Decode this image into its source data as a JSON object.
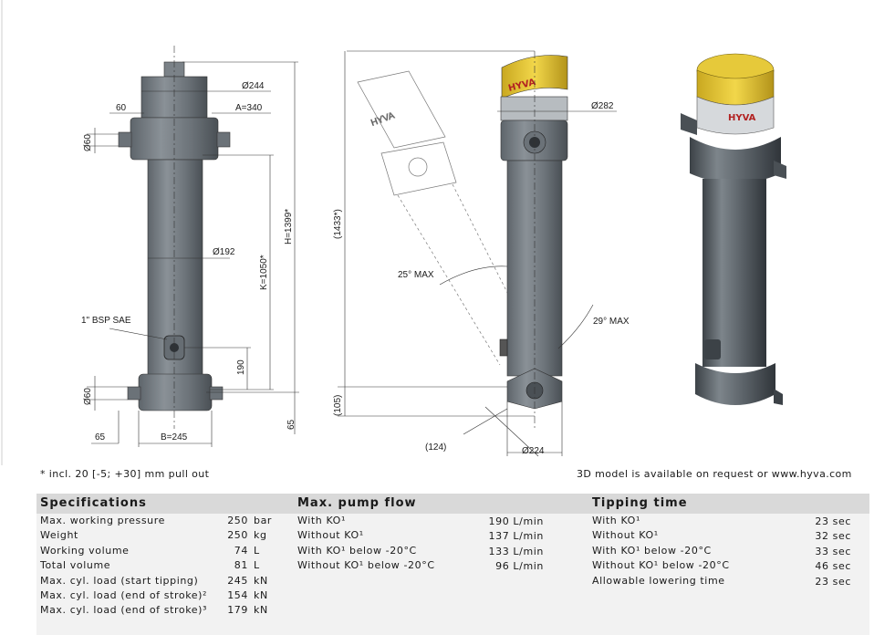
{
  "drawing": {
    "dims_left": {
      "d244": "Ø244",
      "a340": "A=340",
      "w60": "60",
      "d60_top": "Ø60",
      "d192": "Ø192",
      "k1050": "K=1050*",
      "h1399": "H=1399*",
      "bsp": "1\" BSP SAE",
      "v190": "190",
      "d60_bot": "Ø60",
      "v65_bottom": "65",
      "v65_right": "65",
      "b245": "B=245"
    },
    "dims_mid": {
      "d282": "Ø282",
      "h1433": "(1433*)",
      "a25": "25° MAX",
      "a29": "29° MAX",
      "v105": "(105)",
      "v124": "(124)",
      "d224": "Ø224"
    },
    "logo_text": "HYVA"
  },
  "notes": {
    "pullout": "* incl. 20 [-5; +30] mm pull out",
    "model": "3D model is available on request or www.hyva.com"
  },
  "specs": {
    "title": "Specifications",
    "rows": [
      {
        "label": "Max. working pressure",
        "value": "250",
        "unit": "bar"
      },
      {
        "label": "Weight",
        "value": "250",
        "unit": "kg"
      },
      {
        "label": "Working volume",
        "value": "74",
        "unit": "L"
      },
      {
        "label": "Total volume",
        "value": "81",
        "unit": "L"
      },
      {
        "label": "Max. cyl. load (start tipping)",
        "value": "245",
        "unit": "kN"
      },
      {
        "label": "Max. cyl. load (end of stroke)²",
        "value": "154",
        "unit": "kN"
      },
      {
        "label": "Max. cyl. load (end of stroke)³",
        "value": "179",
        "unit": "kN"
      }
    ]
  },
  "pump": {
    "title": "Max. pump flow",
    "rows": [
      {
        "label": "With KO¹",
        "value": "190 L/min"
      },
      {
        "label": "Without KO¹",
        "value": "137 L/min"
      },
      {
        "label": "With KO¹ below -20°C",
        "value": "133 L/min"
      },
      {
        "label": "Without KO¹ below -20°C",
        "value": "96 L/min"
      }
    ]
  },
  "tipping": {
    "title": "Tipping time",
    "rows": [
      {
        "label": "With KO¹",
        "value": "23 sec"
      },
      {
        "label": "Without KO¹",
        "value": "32 sec"
      },
      {
        "label": "With KO¹ below -20°C",
        "value": "33 sec"
      },
      {
        "label": "Without KO¹ below -20°C",
        "value": "46 sec"
      },
      {
        "label": "Allowable lowering time",
        "value": "23 sec"
      }
    ]
  }
}
